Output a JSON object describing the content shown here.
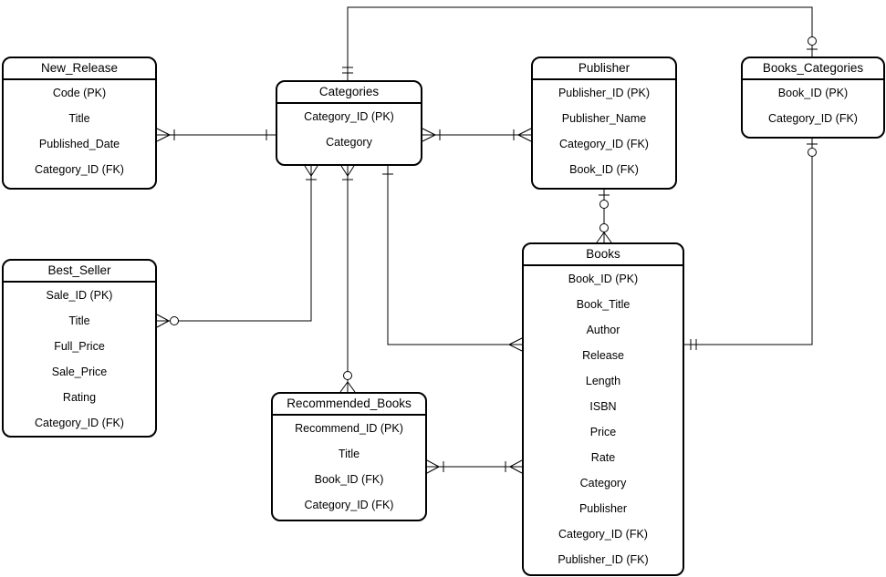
{
  "diagram": {
    "type": "entity-relationship-diagram",
    "colors": {
      "line": "#000000",
      "fill": "#ffffff",
      "text": "#000000",
      "background": "#ffffff"
    },
    "entities": [
      {
        "name": "New_Release",
        "attributes": [
          "Code (PK)",
          "Title",
          "Published_Date",
          "Category_ID (FK)"
        ]
      },
      {
        "name": "Categories",
        "attributes": [
          "Category_ID (PK)",
          "Category"
        ]
      },
      {
        "name": "Publisher",
        "attributes": [
          "Publisher_ID (PK)",
          "Publisher_Name",
          "Category_ID (FK)",
          "Book_ID (FK)"
        ]
      },
      {
        "name": "Books_Categories",
        "attributes": [
          "Book_ID (PK)",
          "Category_ID (FK)"
        ]
      },
      {
        "name": "Best_Seller",
        "attributes": [
          "Sale_ID (PK)",
          "Title",
          "Full_Price",
          "Sale_Price",
          "Rating",
          "Category_ID (FK)"
        ]
      },
      {
        "name": "Recommended_Books",
        "attributes": [
          "Recommend_ID (PK)",
          "Title",
          "Book_ID (FK)",
          "Category_ID (FK)"
        ]
      },
      {
        "name": "Books",
        "attributes": [
          "Book_ID (PK)",
          "Book_Title",
          "Author",
          "Release",
          "Length",
          "ISBN",
          "Price",
          "Rate",
          "Category",
          "Publisher",
          "Category_ID (FK)",
          "Publisher_ID (FK)"
        ]
      }
    ],
    "relationships": [
      {
        "from": "New_Release",
        "from_cardinality": "one-or-many",
        "to": "Categories",
        "to_cardinality": "one"
      },
      {
        "from": "Categories",
        "from_cardinality": "one-or-many",
        "to": "Publisher",
        "to_cardinality": "one-or-many"
      },
      {
        "from": "Categories",
        "from_cardinality": "exactly-one",
        "to": "Books_Categories",
        "to_cardinality": "zero-or-one"
      },
      {
        "from": "Publisher",
        "from_cardinality": "zero-or-one",
        "to": "Books",
        "to_cardinality": "zero-or-many"
      },
      {
        "from": "Best_Seller",
        "from_cardinality": "zero-or-many",
        "to": "Categories",
        "to_cardinality": "one-or-many"
      },
      {
        "from": "Categories",
        "from_cardinality": "one-or-many",
        "to": "Recommended_Books",
        "to_cardinality": "zero-or-many"
      },
      {
        "from": "Categories",
        "from_cardinality": "one",
        "to": "Books",
        "to_cardinality": "many"
      },
      {
        "from": "Recommended_Books",
        "from_cardinality": "one-or-many",
        "to": "Books",
        "to_cardinality": "one-or-many"
      },
      {
        "from": "Books_Categories",
        "from_cardinality": "zero-or-one",
        "to": "Books",
        "to_cardinality": "exactly-one"
      }
    ]
  }
}
